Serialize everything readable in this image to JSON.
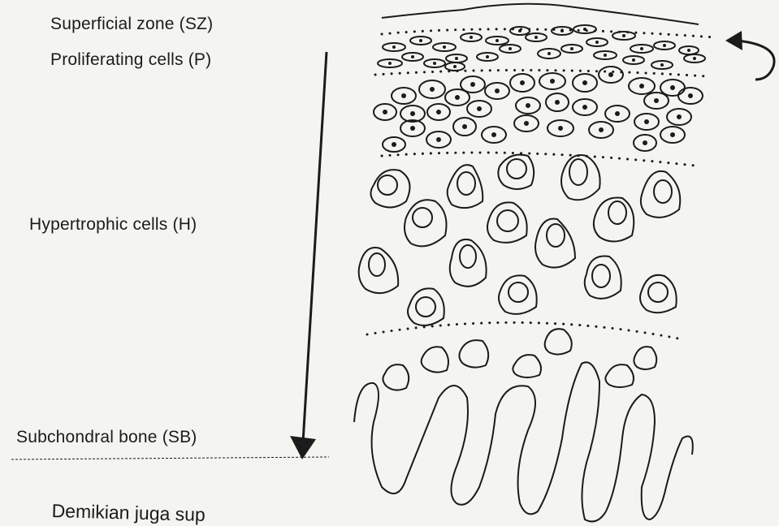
{
  "labels": {
    "superficial_zone": "Superficial zone (SZ)",
    "proliferating": "Proliferating cells (P)",
    "hypertrophic": "Hypertrophic cells (H)",
    "subchondral": "Subchondral bone (SB)"
  },
  "caption": "Demikian juga sup",
  "colors": {
    "ink": "#1b1b1b",
    "paper": "#f4f4f1"
  },
  "icons": {
    "arrow_down": "long-down-arrow-icon",
    "curved_arrow": "curved-arrow-icon"
  }
}
